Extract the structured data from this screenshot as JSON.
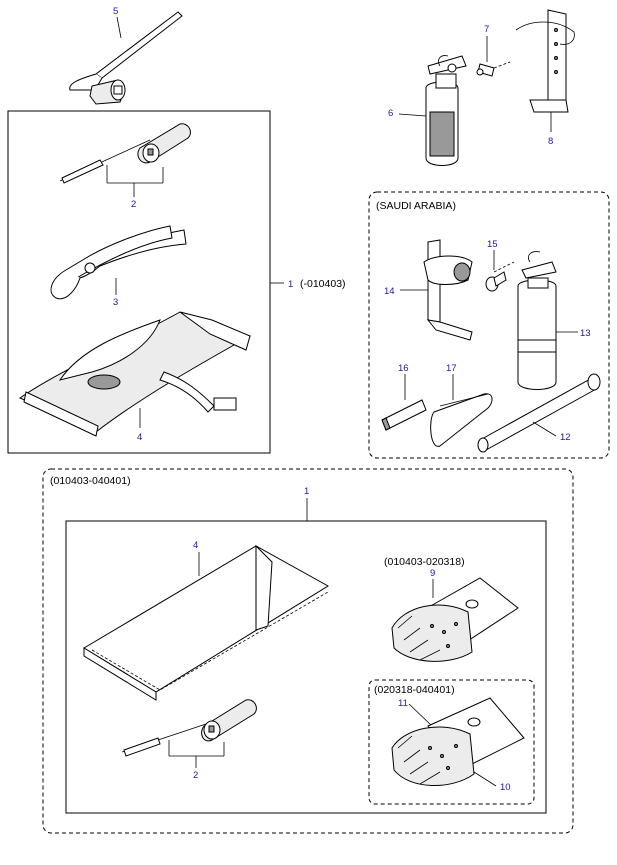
{
  "callouts": {
    "c1_top": "1",
    "c1_range": "(-010403)",
    "c2_top": "2",
    "c3": "3",
    "c4_top": "4",
    "c5": "5",
    "c6": "6",
    "c7": "7",
    "c8": "8",
    "c12": "12",
    "c13": "13",
    "c14": "14",
    "c15": "15",
    "c16": "16",
    "c17": "17",
    "c1_bottom": "1",
    "c4_bottom": "4",
    "c2_bottom": "2",
    "c9": "9",
    "c11": "11",
    "c10": "10"
  },
  "groups": {
    "saudi_title": "(SAUDI ARABIA)",
    "range_010403_040401": "(010403-040401)",
    "range_010403_020318": "(010403-020318)",
    "range_020318_040401": "(020318-040401)"
  },
  "colors": {
    "line": "#000000",
    "callout": "#1a1a99",
    "fill_light": "#ececec",
    "fill_dark": "#999999"
  }
}
